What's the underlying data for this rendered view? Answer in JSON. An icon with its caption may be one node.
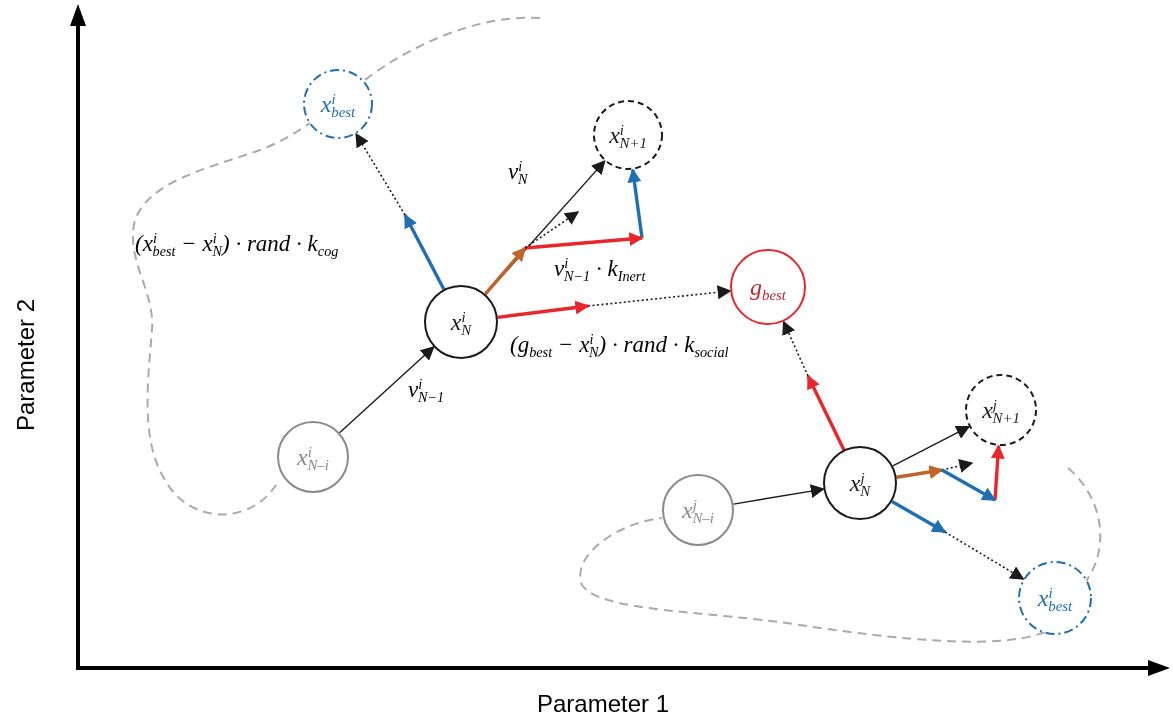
{
  "diagram": {
    "nodes": [
      {
        "text": [
          "x$^{i}$$_{best}$"
        ]
      },
      {
        "text": [
          "x$^{i}$$_{N+1}$"
        ]
      },
      {
        "text": [
          "x$^{i}$$_{N}$"
        ]
      },
      {
        "text": [
          "g$_{best}$"
        ]
      },
      {
        "text": [
          "x$^{i}$$_{N–i}$"
        ]
      },
      {
        "text": [
          "x$^{j}$$_{N+1}$"
        ]
      },
      {
        "text": [
          "x$^{j}$$_{N}$"
        ]
      },
      {
        "text": [
          "x$^{j}$$_{N–i}$"
        ]
      },
      {
        "text": [
          "x$^{i}$$_{best}$"
        ]
      }
    ],
    "edges": [
      {
        "from": 4,
        "to": 2,
        "arrow": "to"
      },
      {
        "from": 2,
        "to": 1,
        "arrow": "to"
      },
      {
        "from": 2,
        "to": null,
        "arrow": "to",
        "style": "thick",
        "color": "#1f6fb5"
      },
      {
        "from": null,
        "to": 0,
        "arrow": "to",
        "style": "dashed"
      },
      {
        "from": 2,
        "to": null,
        "arrow": "to",
        "style": "thick",
        "color": "#c0652a"
      },
      {
        "from": 2,
        "to": null,
        "arrow": "to",
        "style": "thick",
        "color": "#e8262b"
      },
      {
        "from": null,
        "to": 3,
        "arrow": "to",
        "style": "dashed"
      },
      {
        "from": null,
        "to": 1,
        "arrow": "to",
        "style": "thick",
        "color": "#1f6fb5"
      },
      {
        "from": 7,
        "to": 6,
        "arrow": "to"
      },
      {
        "from": 6,
        "to": 5,
        "arrow": "to"
      },
      {
        "from": 6,
        "to": null,
        "arrow": "to",
        "style": "thick",
        "color": "#e8262b"
      },
      {
        "from": null,
        "to": 3,
        "arrow": "to",
        "style": "dashed"
      },
      {
        "from": 6,
        "to": null,
        "arrow": "to",
        "style": "thick",
        "color": "#c0652a"
      },
      {
        "from": 6,
        "to": null,
        "arrow": "to",
        "style": "thick",
        "color": "#1f6fb5"
      },
      {
        "from": null,
        "to": 8,
        "arrow": "to",
        "style": "dashed"
      },
      {
        "from": null,
        "to": 5,
        "arrow": "to",
        "style": "thick",
        "color": "#e8262b"
      }
    ],
    "labels": [
      "(x$^{i}$$_{best}$ − x$^{i}$$_{N}$) · rand · k$_{cog}$",
      "v$^{i}$$_{N}$",
      "v$^{i}$$_{N−1}$ · k$_{Inert}$",
      "(g$_{best}$ − x$^{i}$$_{N}$) · rand · k$_{social}$",
      "v$^{i}$$_{N−1}$",
      "Parameter 2",
      "Parameter 1"
    ]
  }
}
